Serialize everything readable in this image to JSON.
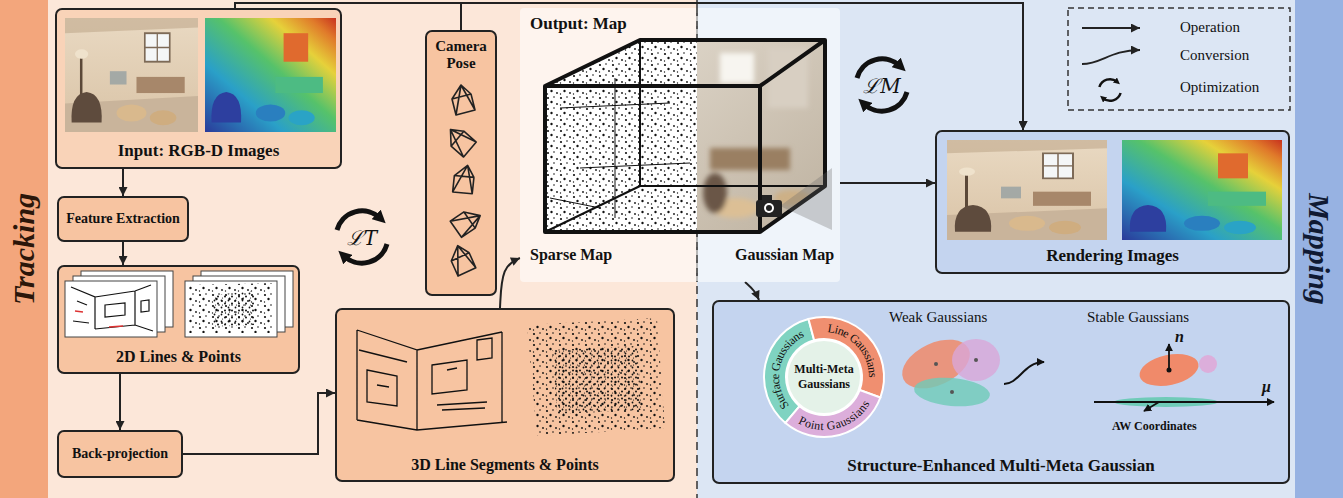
{
  "diagram": {
    "nodes": [
      {
        "text": [
          "Tracking"
        ]
      },
      {
        "text": [
          "Input: RGB-D Images"
        ]
      },
      {
        "text": [
          "Feature Extraction"
        ]
      },
      {
        "text": [
          "2D Lines & Points"
        ]
      },
      {
        "text": [
          "Back-projection"
        ]
      },
      {
        "text": [
          "Camera Pose"
        ]
      },
      {
        "text": [
          "3D Line Segments & Points"
        ]
      },
      {
        "text": [
          "Output: Map"
        ]
      },
      {
        "text": [
          "Rendering Images"
        ]
      },
      {
        "text": [
          "Structure-Enhanced Multi-Meta Gaussian"
        ]
      },
      {
        "text": [
          "Multi-Meta Gaussians"
        ],
        "in": 9
      },
      {
        "text": [
          "Mapping"
        ]
      }
    ],
    "edges": [
      {
        "from": 1,
        "to": 2,
        "arrow": "to"
      },
      {
        "from": 2,
        "to": 3,
        "arrow": "to"
      },
      {
        "from": 3,
        "to": 4,
        "arrow": "to"
      },
      {
        "from": 4,
        "to": 6,
        "arrow": "to"
      },
      {
        "from": 6,
        "to": 7,
        "arrow": "to"
      },
      {
        "from": 1,
        "to": 8,
        "arrow": "to"
      },
      {
        "from": 5,
        "to": 8,
        "arrow": "to"
      },
      {
        "from": 7,
        "to": 8,
        "arrow": "to"
      },
      {
        "from": 7,
        "to": 9,
        "arrow": "to"
      }
    ],
    "labels": [
      "ℒT",
      "ℒM",
      "Sparse Map",
      "Gaussian Map",
      "Surface Gaussians",
      "Line Gaussians",
      "Point Gaussians",
      "Weak Gaussians",
      "Stable Gaussians",
      "n",
      "μ",
      "AW Coordinates"
    ],
    "legend": [
      {
        "text": "Operation"
      },
      {
        "text": "Conversion"
      },
      {
        "text": "Optimization"
      }
    ]
  }
}
